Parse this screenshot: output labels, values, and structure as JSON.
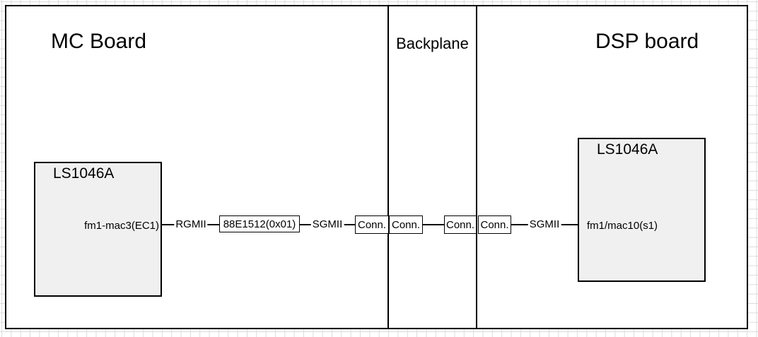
{
  "sections": {
    "mc_board": {
      "title": "MC Board"
    },
    "backplane": {
      "title": "Backplane"
    },
    "dsp_board": {
      "title": "DSP board"
    }
  },
  "mc_chip": {
    "title": "LS1046A",
    "port": "fm1-mac3(EC1)"
  },
  "dsp_chip": {
    "title": "LS1046A",
    "port": "fm1/mac10(s1)"
  },
  "phy": {
    "label": "88E1512(0x01)"
  },
  "connectors": [
    "Conn.",
    "Conn.",
    "Conn.",
    "Conn."
  ],
  "links": {
    "rgmii": "RGMII",
    "sgmii_left": "SGMII",
    "sgmii_right": "SGMII"
  },
  "colors": {
    "chip_fill": "#f0f0f0",
    "line": "#000000",
    "grid": "#dcdcdc",
    "text": "#000000",
    "background": "#ffffff"
  }
}
